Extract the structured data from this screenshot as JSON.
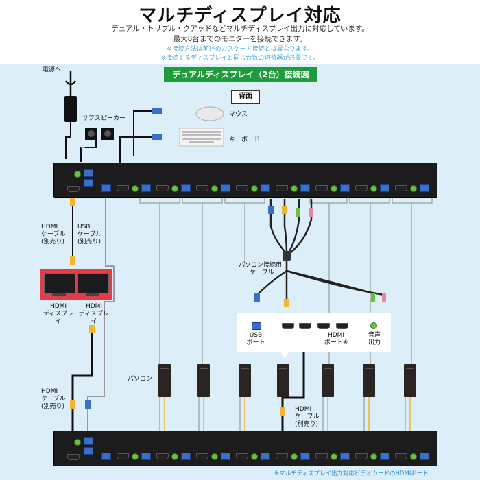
{
  "header": {
    "title": "マルチディスプレイ対応",
    "line1": "デュアル・トリプル・クアッドなどマルチディスプレイ出力に対応しています。",
    "line2": "最大8台までのモニターを接続できます。",
    "note1": "※接続方法は前述のカスケード接続とは異なります。",
    "note2": "※接続するディスプレイと同じ台数の切替器が必要です。"
  },
  "diagram": {
    "title": "デュアルディスプレイ（2台）接続図",
    "back_label": "背面",
    "labels": {
      "power": "電源へ",
      "speaker": "サブスピーカー",
      "mouse": "マウス",
      "keyboard": "キーボード",
      "hdmi_cable_1a": "HDMI",
      "hdmi_cable_1b": "ケーブル",
      "hdmi_cable_1c": "(別売り)",
      "usb_cable_a": "USB",
      "usb_cable_b": "ケーブル",
      "usb_cable_c": "(別売り)",
      "hdmi_display_1a": "HDMI",
      "hdmi_display_1b": "ディスプレイ",
      "hdmi_display_2a": "HDMI",
      "hdmi_display_2b": "ディスプレイ",
      "pc_cable_a": "パソコン接続用",
      "pc_cable_b": "ケーブル",
      "usb_port_a": "USB",
      "usb_port_b": "ポート",
      "hdmi_port_a": "HDMI",
      "hdmi_port_b": "ポート※",
      "audio_a": "音声",
      "audio_b": "出力",
      "pc": "パソコン",
      "hdmi_cable_2a": "HDMI",
      "hdmi_cable_2b": "ケーブル",
      "hdmi_cable_2c": "(別売り)",
      "hdmi_cable_3a": "HDMI",
      "hdmi_cable_3b": "ケーブル",
      "hdmi_cable_3c": "(別売り)"
    },
    "footnote": "※マルチディスプレイ出力対応ビデオカードのHDMIポート"
  },
  "colors": {
    "panel_bg": "#dceef8",
    "title_bar": "#1e9b3a",
    "monitor_frame": "#e23b4a",
    "note_blue": "#4aa8d8",
    "usb_blue": "#3a6fc9",
    "hdmi_yellow": "#f2b530",
    "audio_green": "#6cbf44",
    "audio_pink": "#e7849a"
  },
  "icons": [
    "power-plug-icon",
    "speaker-icon",
    "mouse-icon",
    "keyboard-icon",
    "monitor-icon",
    "pc-tower-icon",
    "usb-port-icon",
    "hdmi-port-icon",
    "audio-jack-icon"
  ]
}
